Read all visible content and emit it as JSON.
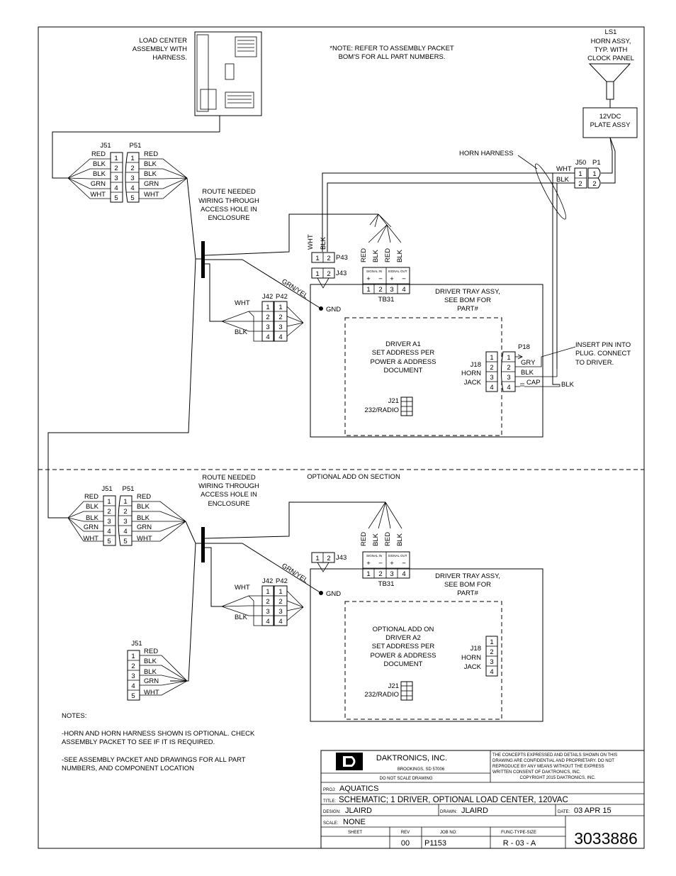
{
  "notes_top": {
    "note": [
      "*NOTE:  REFER TO ASSEMBLY PACKET",
      "BOM'S FOR ALL PART NUMBERS."
    ],
    "load_center": [
      "LOAD CENTER",
      "ASSEMBLY WITH",
      "HARNESS."
    ],
    "horn": [
      "LS1",
      "HORN ASSY,",
      "TYP. WITH",
      "CLOCK PANEL"
    ],
    "plate": [
      "12VDC",
      "PLATE ASSY"
    ],
    "horn_harness": "HORN HARNESS",
    "route": [
      "ROUTE NEEDED",
      "WIRING THROUGH",
      "ACCESS HOLE IN",
      "ENCLOSURE"
    ],
    "insert_pin": [
      "INSERT PIN INTO",
      "PLUG.  CONNECT",
      "TO DRIVER."
    ]
  },
  "connectors": {
    "j51": "J51",
    "p51": "P51",
    "j50": "J50",
    "p1": "P1",
    "p43": "P43",
    "j43": "J43",
    "j42": "J42",
    "p42": "P42",
    "tb31": "TB31",
    "p18": "P18",
    "j18": [
      "J18",
      "HORN",
      "JACK"
    ],
    "j21": [
      "J21",
      "232/RADIO"
    ],
    "gnd": "GND",
    "grnyel": "GRN/YEL",
    "signal_in": "SIGNAL IN",
    "signal_out": "SIGNAL OUT",
    "pins": [
      "1",
      "2",
      "3",
      "4",
      "5"
    ],
    "plus": "+",
    "minus": "−"
  },
  "wires": {
    "j51": [
      "RED",
      "BLK",
      "BLK",
      "GRN",
      "WHT"
    ],
    "p51": [
      "RED",
      "BLK",
      "BLK",
      "GRN",
      "WHT"
    ],
    "horn": [
      "WHT",
      "BLK"
    ],
    "p43": [
      "WHT",
      "BLK"
    ],
    "tb31": [
      "RED",
      "BLK",
      "RED",
      "BLK"
    ],
    "j42": [
      "WHT",
      "BLK"
    ],
    "p18": [
      "GRY",
      "BLK",
      "CAP"
    ],
    "blk_out": "BLK"
  },
  "driver_tray": [
    "DRIVER TRAY ASSY,",
    "SEE BOM FOR",
    "PART#"
  ],
  "driver_a1": [
    "DRIVER A1",
    "SET ADDRESS PER",
    "POWER & ADDRESS",
    "DOCUMENT"
  ],
  "optional_section": "OPTIONAL ADD ON SECTION",
  "driver_a2": [
    "OPTIONAL ADD ON",
    "DRIVER A2",
    "SET ADDRESS PER",
    "POWER & ADDRESS",
    "DOCUMENT"
  ],
  "notes_bottom": {
    "heading": "NOTES:",
    "n1": [
      "-HORN AND HORN HARNESS SHOWN IS OPTIONAL.  CHECK",
      "ASSEMBLY PACKET TO SEE IF IT IS REQUIRED."
    ],
    "n2": [
      "-SEE ASSEMBLY PACKET AND DRAWINGS FOR ALL PART",
      "NUMBERS, AND COMPONENT LOCATION"
    ]
  },
  "title_block": {
    "company": "DAKTRONICS, INC.",
    "city": "BROOKINGS, SD  57006",
    "no_scale": "DO NOT SCALE DRAWING",
    "confidential": [
      "THE CONCEPTS EXPRESSED AND DETAILS SHOWN ON THIS",
      "DRAWING ARE CONFIDENTIAL AND PROPRIETARY.    DO NOT",
      "REPRODUCE BY ANY MEANS WITHOUT THE EXPRESS",
      "WRITTEN CONSENT OF DAKTRONICS, INC.",
      "COPYRIGHT 2015 DAKTRONICS, INC."
    ],
    "proj_label": "PROJ:",
    "proj": "AQUATICS",
    "title_label": "TITLE:",
    "title": "SCHEMATIC; 1 DRIVER, OPTIONAL LOAD CENTER, 120VAC",
    "design_label": "DESIGN:",
    "design": "JLAIRD",
    "drawn_label": "DRAWN:",
    "drawn": "JLAIRD",
    "date_label": "DATE:",
    "date": "03 APR 15",
    "scale_label": "SCALE:",
    "scale": "NONE",
    "sheet_label": "SHEET",
    "rev_label": "REV",
    "job_label": "JOB NO:",
    "func_label": "FUNC-TYPE-SIZE",
    "rev": "00",
    "job": "P1153",
    "func": "R - 03 - A",
    "drawing_number": "3033886"
  }
}
